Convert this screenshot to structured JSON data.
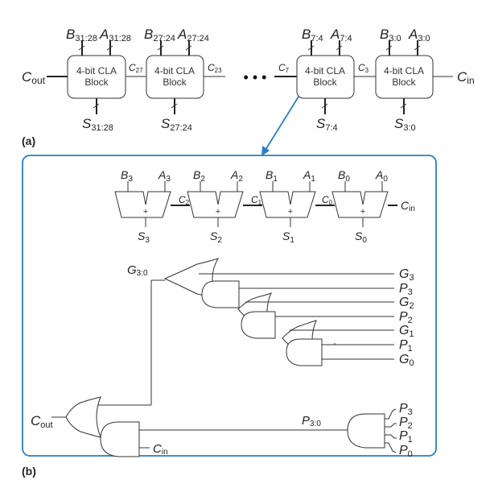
{
  "part_a": {
    "caption": "(a)",
    "blocks": [
      {
        "label_line1": "4-bit CLA",
        "label_line2": "Block",
        "b": "B",
        "b_sub": "31:28",
        "a": "A",
        "a_sub": "31:28",
        "s": "S",
        "s_sub": "31:28"
      },
      {
        "label_line1": "4-bit CLA",
        "label_line2": "Block",
        "b": "B",
        "b_sub": "27:24",
        "a": "A",
        "a_sub": "27:24",
        "s": "S",
        "s_sub": "27:24"
      },
      {
        "label_line1": "4-bit CLA",
        "label_line2": "Block",
        "b": "B",
        "b_sub": "7:4",
        "a": "A",
        "a_sub": "7:4",
        "s": "S",
        "s_sub": "7:4"
      },
      {
        "label_line1": "4-bit CLA",
        "label_line2": "Block",
        "b": "B",
        "b_sub": "3:0",
        "a": "A",
        "a_sub": "3:0",
        "s": "S",
        "s_sub": "3:0"
      }
    ],
    "carries": {
      "cout": "C",
      "cout_sub": "out",
      "c27": "C",
      "c27_sub": "27",
      "c23": "C",
      "c23_sub": "23",
      "c7": "C",
      "c7_sub": "7",
      "c3": "C",
      "c3_sub": "3",
      "cin": "C",
      "cin_sub": "in"
    },
    "ellipsis": "• • •"
  },
  "part_b": {
    "caption": "(b)",
    "adders": [
      {
        "b": "B",
        "b_sub": "3",
        "a": "A",
        "a_sub": "3",
        "s": "S",
        "s_sub": "3",
        "plus": "+"
      },
      {
        "b": "B",
        "b_sub": "2",
        "a": "A",
        "a_sub": "2",
        "s": "S",
        "s_sub": "2",
        "plus": "+"
      },
      {
        "b": "B",
        "b_sub": "1",
        "a": "A",
        "a_sub": "1",
        "s": "S",
        "s_sub": "1",
        "plus": "+"
      },
      {
        "b": "B",
        "b_sub": "0",
        "a": "A",
        "a_sub": "0",
        "s": "S",
        "s_sub": "0",
        "plus": "+"
      }
    ],
    "adder_carries": {
      "c2": "C",
      "c2_sub": "2",
      "c1": "C",
      "c1_sub": "1",
      "c0": "C",
      "c0_sub": "0",
      "cin": "C",
      "cin_sub": "in"
    },
    "generate_inputs": [
      {
        "name": "G",
        "sub": "3"
      },
      {
        "name": "P",
        "sub": "3"
      },
      {
        "name": "G",
        "sub": "2"
      },
      {
        "name": "P",
        "sub": "2"
      },
      {
        "name": "G",
        "sub": "1"
      },
      {
        "name": "P",
        "sub": "1"
      },
      {
        "name": "G",
        "sub": "0"
      }
    ],
    "g30": {
      "name": "G",
      "sub": "3:0"
    },
    "p30": {
      "name": "P",
      "sub": "3:0"
    },
    "propagate_inputs": [
      {
        "name": "P",
        "sub": "3"
      },
      {
        "name": "P",
        "sub": "2"
      },
      {
        "name": "P",
        "sub": "1"
      },
      {
        "name": "P",
        "sub": "0"
      }
    ],
    "cout": {
      "name": "C",
      "sub": "out"
    },
    "cin": {
      "name": "C",
      "sub": "in"
    }
  },
  "colors": {
    "accent": "#2a7fc1",
    "line": "#333333"
  }
}
